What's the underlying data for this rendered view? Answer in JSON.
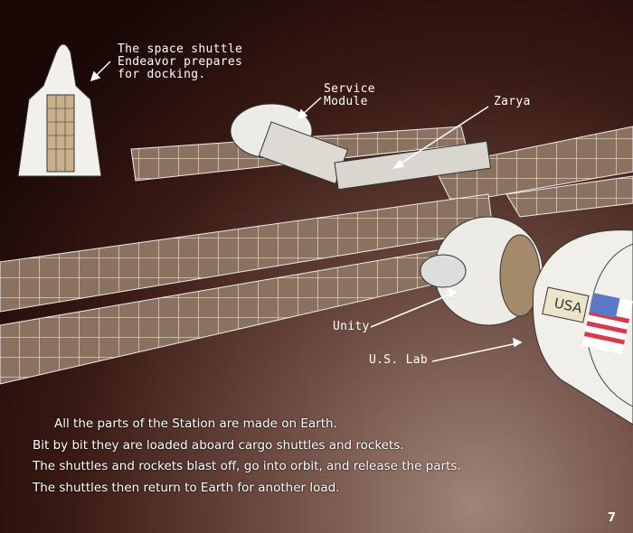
{
  "labels": {
    "shuttle": "The space shuttle\nEndeavor prepares\nfor docking.",
    "service_module": "Service\nModule",
    "zarya": "Zarya",
    "unity": "Unity",
    "us_lab": "U.S. Lab",
    "usa_plaque": "USA"
  },
  "body": [
    "All the parts of the Station are made on Earth.",
    "Bit by bit they are loaded aboard cargo shuttles and rockets.",
    "The shuttles and rockets blast off, go into orbit, and release the parts.",
    "The shuttles then return to Earth for another load."
  ],
  "page_number": "7",
  "colors": {
    "panel": "#8a7260",
    "module": "#ecebe6",
    "flag_red": "#d83a4a",
    "flag_blue": "#5a7ac8"
  }
}
